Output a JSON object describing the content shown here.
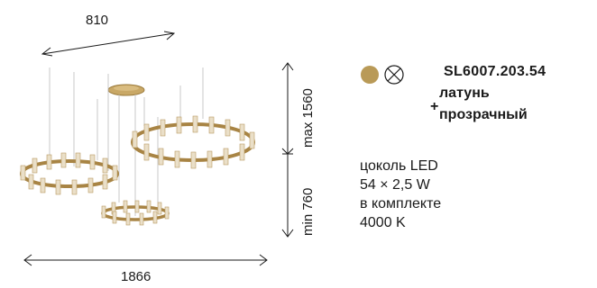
{
  "dimensions": {
    "top_width": "810",
    "bottom_width": "1866",
    "max_height": "max 1560",
    "min_height": "min 760"
  },
  "swatches": [
    {
      "name": "brass",
      "color": "#B99A57"
    },
    {
      "name": "clear",
      "color": "#ffffff"
    }
  ],
  "product": {
    "model": "SL6007.203.54",
    "plus": "+",
    "finish": "латунь",
    "shade": "прозрачный"
  },
  "specs": {
    "line1": "цоколь LED",
    "line2": "54 × 2,5 W",
    "line3": "в комплекте",
    "line4": "4000 K"
  }
}
